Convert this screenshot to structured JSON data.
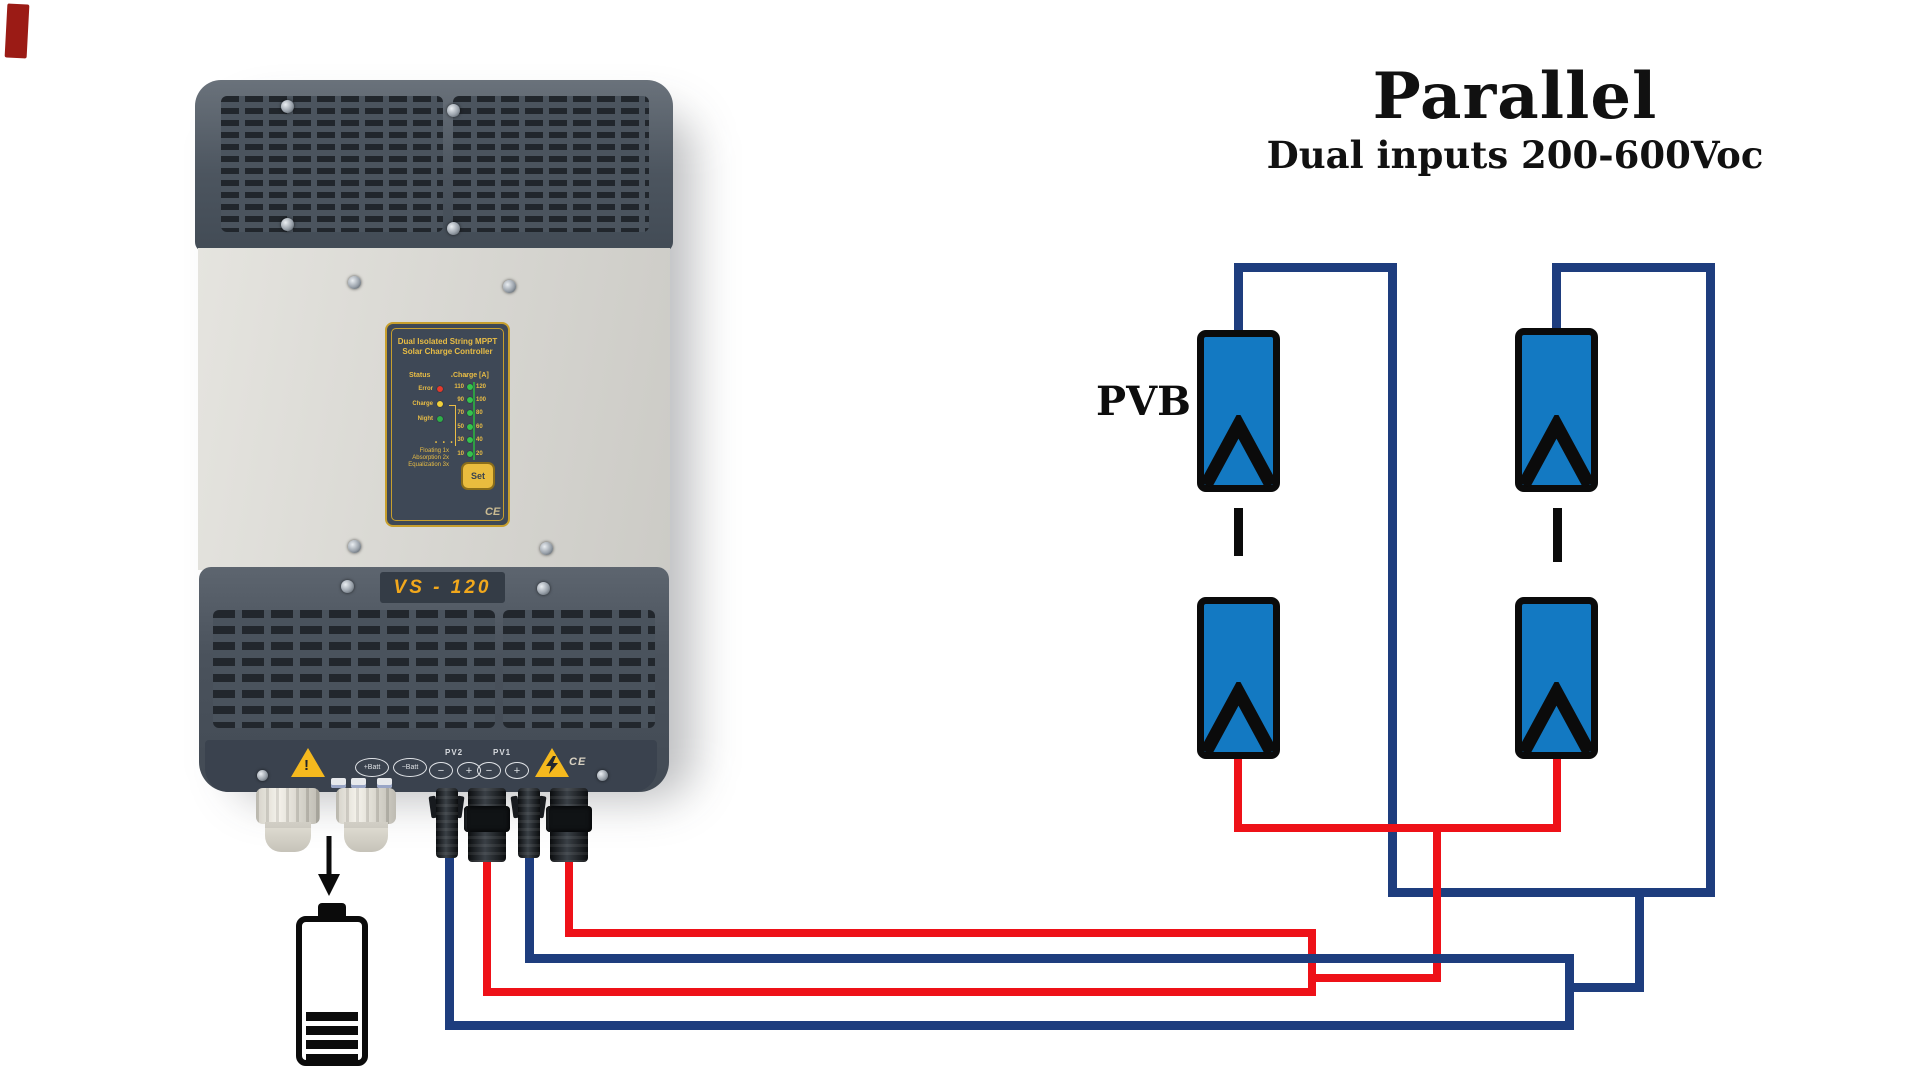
{
  "title": {
    "main": "Parallel",
    "subtitle": "Dual inputs 200-600Voc"
  },
  "diagram": {
    "pvb_label": "PVB",
    "strings": 2,
    "panels_per_string": 2
  },
  "colors": {
    "wire_red": "#ee1118",
    "wire_navy": "#1e3d7e",
    "pv_blue": "#1379c2",
    "accent_yellow": "#e9bd45",
    "warning_yellow": "#f5b91e"
  },
  "device": {
    "model": "VS - 120",
    "label_panel": {
      "title_line1": "Dual Isolated String MPPT",
      "title_line2": "Solar Charge Controller",
      "status": {
        "header": "Status",
        "rows": [
          {
            "label": "Error",
            "color": "#e23b2e"
          },
          {
            "label": "Charge",
            "color": "#f0d03c"
          },
          {
            "label": "Night",
            "color": "#2fae4a"
          }
        ]
      },
      "modes": {
        "items": [
          "Floating  1x",
          "Absorption  2x",
          "Equalization  3x"
        ]
      },
      "charge": {
        "header": "Charge [A]",
        "rows": [
          [
            "110",
            "120"
          ],
          [
            "90",
            "100"
          ],
          [
            "70",
            "80"
          ],
          [
            "50",
            "60"
          ],
          [
            "30",
            "40"
          ],
          [
            "10",
            "20"
          ]
        ]
      },
      "ticks": "• • •",
      "set_button": "Set",
      "ce_mark": "CE"
    },
    "terminal_strip": {
      "batt_plus": "+Batt",
      "batt_minus": "−Batt",
      "pv2_label": "PV2",
      "pv1_label": "PV1",
      "minus": "−",
      "plus": "+",
      "ce": "CE"
    }
  }
}
